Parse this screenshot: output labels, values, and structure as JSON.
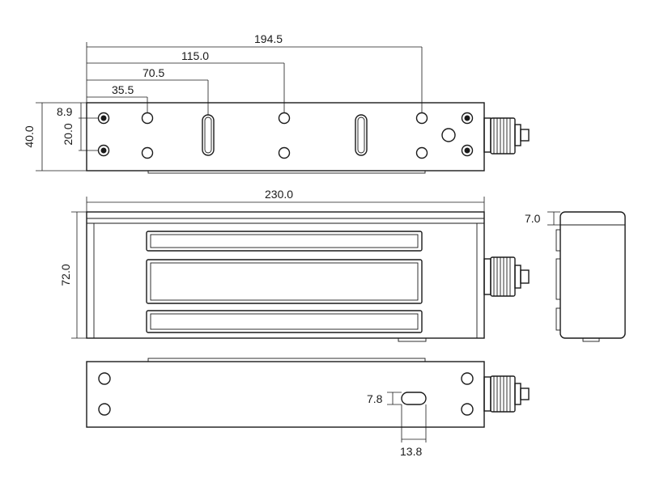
{
  "dimensions": {
    "d_194_5": "194.5",
    "d_115_0": "115.0",
    "d_70_5": "70.5",
    "d_35_5": "35.5",
    "d_8_9": "8.9",
    "d_20_0": "20.0",
    "d_40_0": "40.0",
    "d_230_0": "230.0",
    "d_72_0": "72.0",
    "d_7_0": "7.0",
    "d_7_8": "7.8",
    "d_13_8": "13.8"
  }
}
